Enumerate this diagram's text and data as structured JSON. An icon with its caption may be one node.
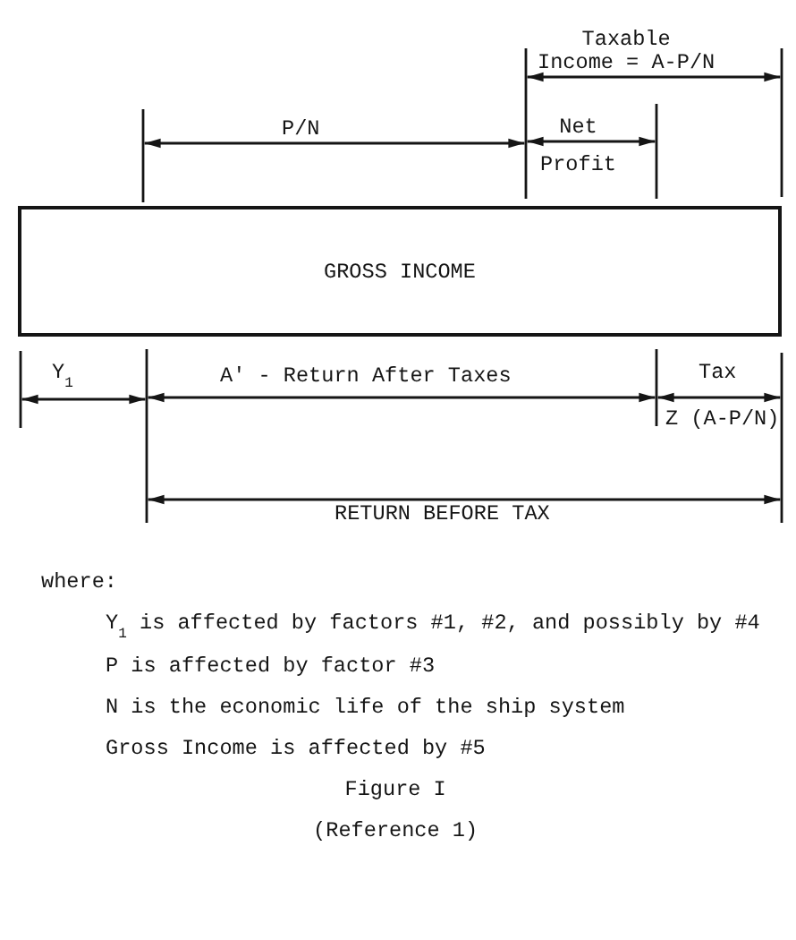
{
  "diagram": {
    "caption": "Figure I (Reference 1)",
    "nodes": [
      {
        "text": [
          "GROSS INCOME"
        ]
      }
    ],
    "labels": [
      "Taxable Income = A-P/N",
      "P/N",
      "Net Profit",
      "Y$_{1}$",
      "A' - Return After Taxes",
      "Tax",
      "Z (A-P/N)",
      "RETURN BEFORE TAX",
      "where:",
      "Y$_{1}$ is affected by factors #1, #2, and possibly by #4",
      "P is affected by factor #3",
      "N is the economic life of the ship system",
      "Gross Income is affected by #5"
    ]
  }
}
